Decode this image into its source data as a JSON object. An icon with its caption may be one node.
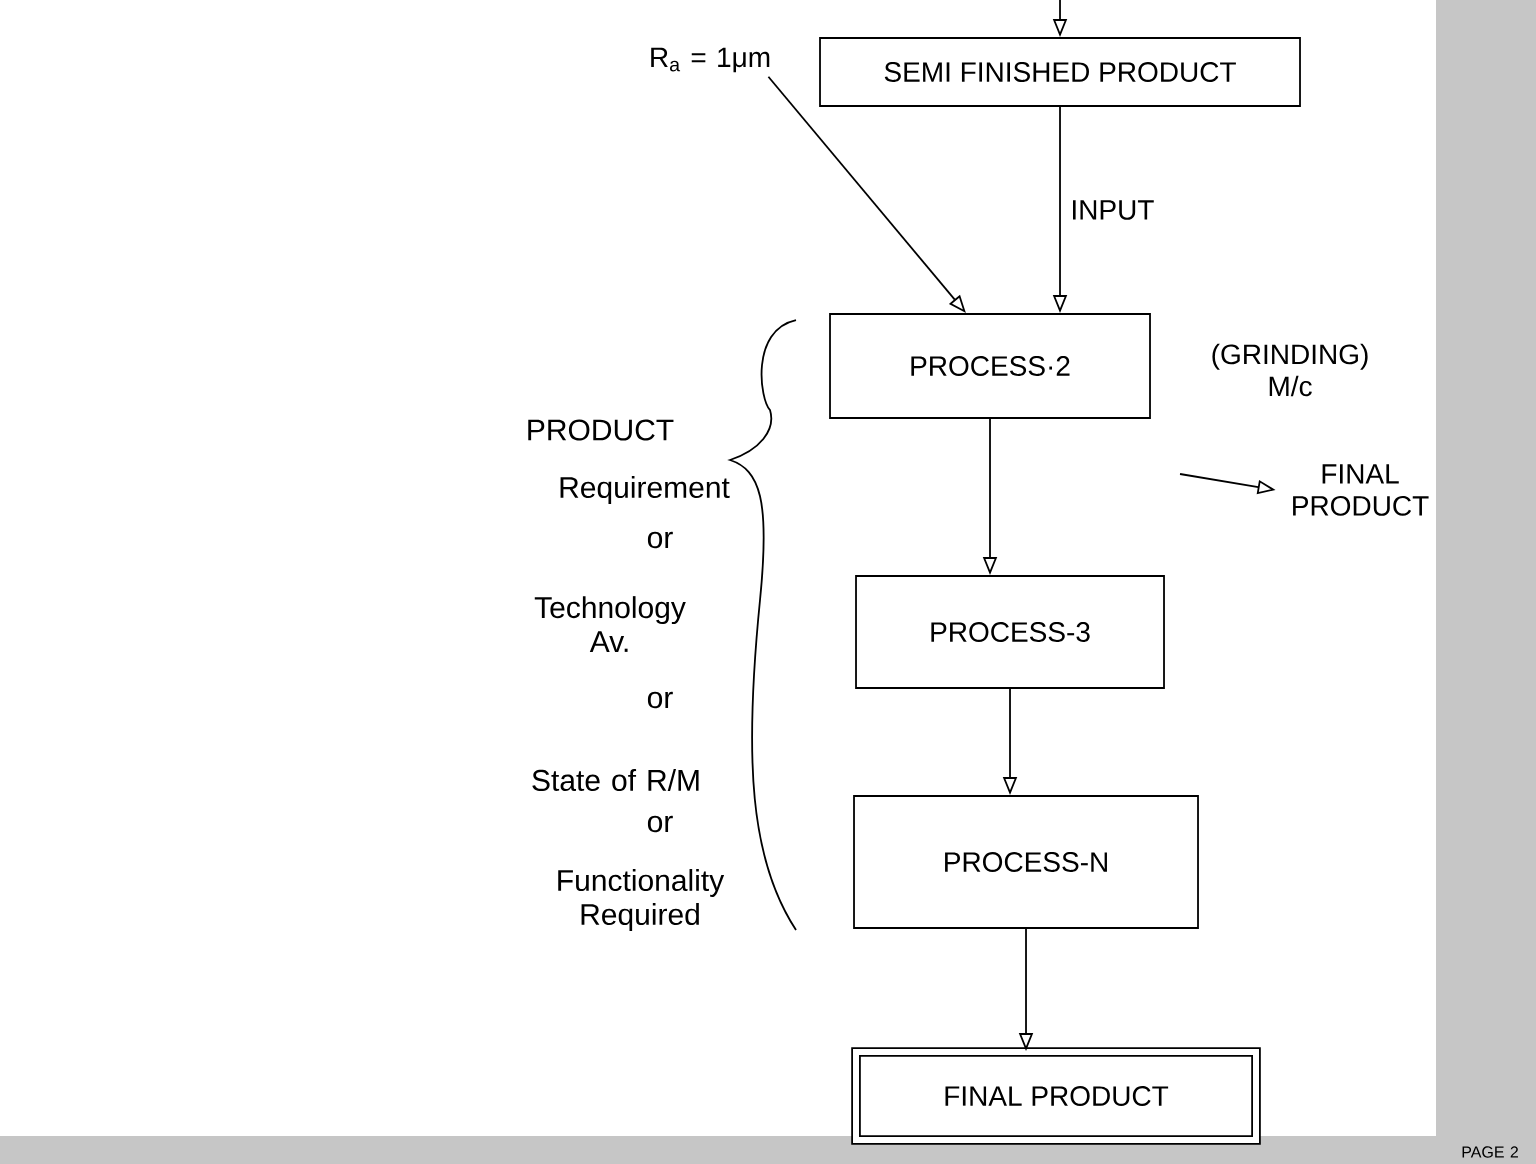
{
  "diagram": {
    "nodes": [
      {
        "text": [
          "SEMI FINISHED PRODUCT"
        ]
      },
      {
        "text": [
          "R$_{a}$ = 1μm"
        ]
      },
      {
        "text": [
          "PROCESS·2"
        ],
        "beside": [
          "(GRINDING) M/c"
        ]
      },
      {
        "text": [
          "PROCESS-3"
        ]
      },
      {
        "text": [
          "PROCESS-N"
        ]
      },
      {
        "text": [
          "FINAL PRODUCT"
        ]
      },
      {
        "text": [
          "FINAL PRODUCT"
        ]
      }
    ],
    "edges": [
      {
        "from": null,
        "to": 0,
        "arrow": "to"
      },
      {
        "from": 0,
        "to": 2,
        "arrow": "to",
        "label": "INPUT"
      },
      {
        "from": 1,
        "to": 2,
        "arrow": "to"
      },
      {
        "from": 2,
        "to": 3,
        "arrow": "to"
      },
      {
        "from": null,
        "to": 6,
        "arrow": "to"
      },
      {
        "from": 3,
        "to": 4,
        "arrow": "to"
      },
      {
        "from": 4,
        "to": 5,
        "arrow": "to"
      }
    ],
    "labels": [
      "PRODUCT",
      "Requirement",
      "or",
      "Technology Av.",
      "or",
      "State of R/M",
      "or",
      "Functionality Required",
      "PAGE 2"
    ]
  }
}
